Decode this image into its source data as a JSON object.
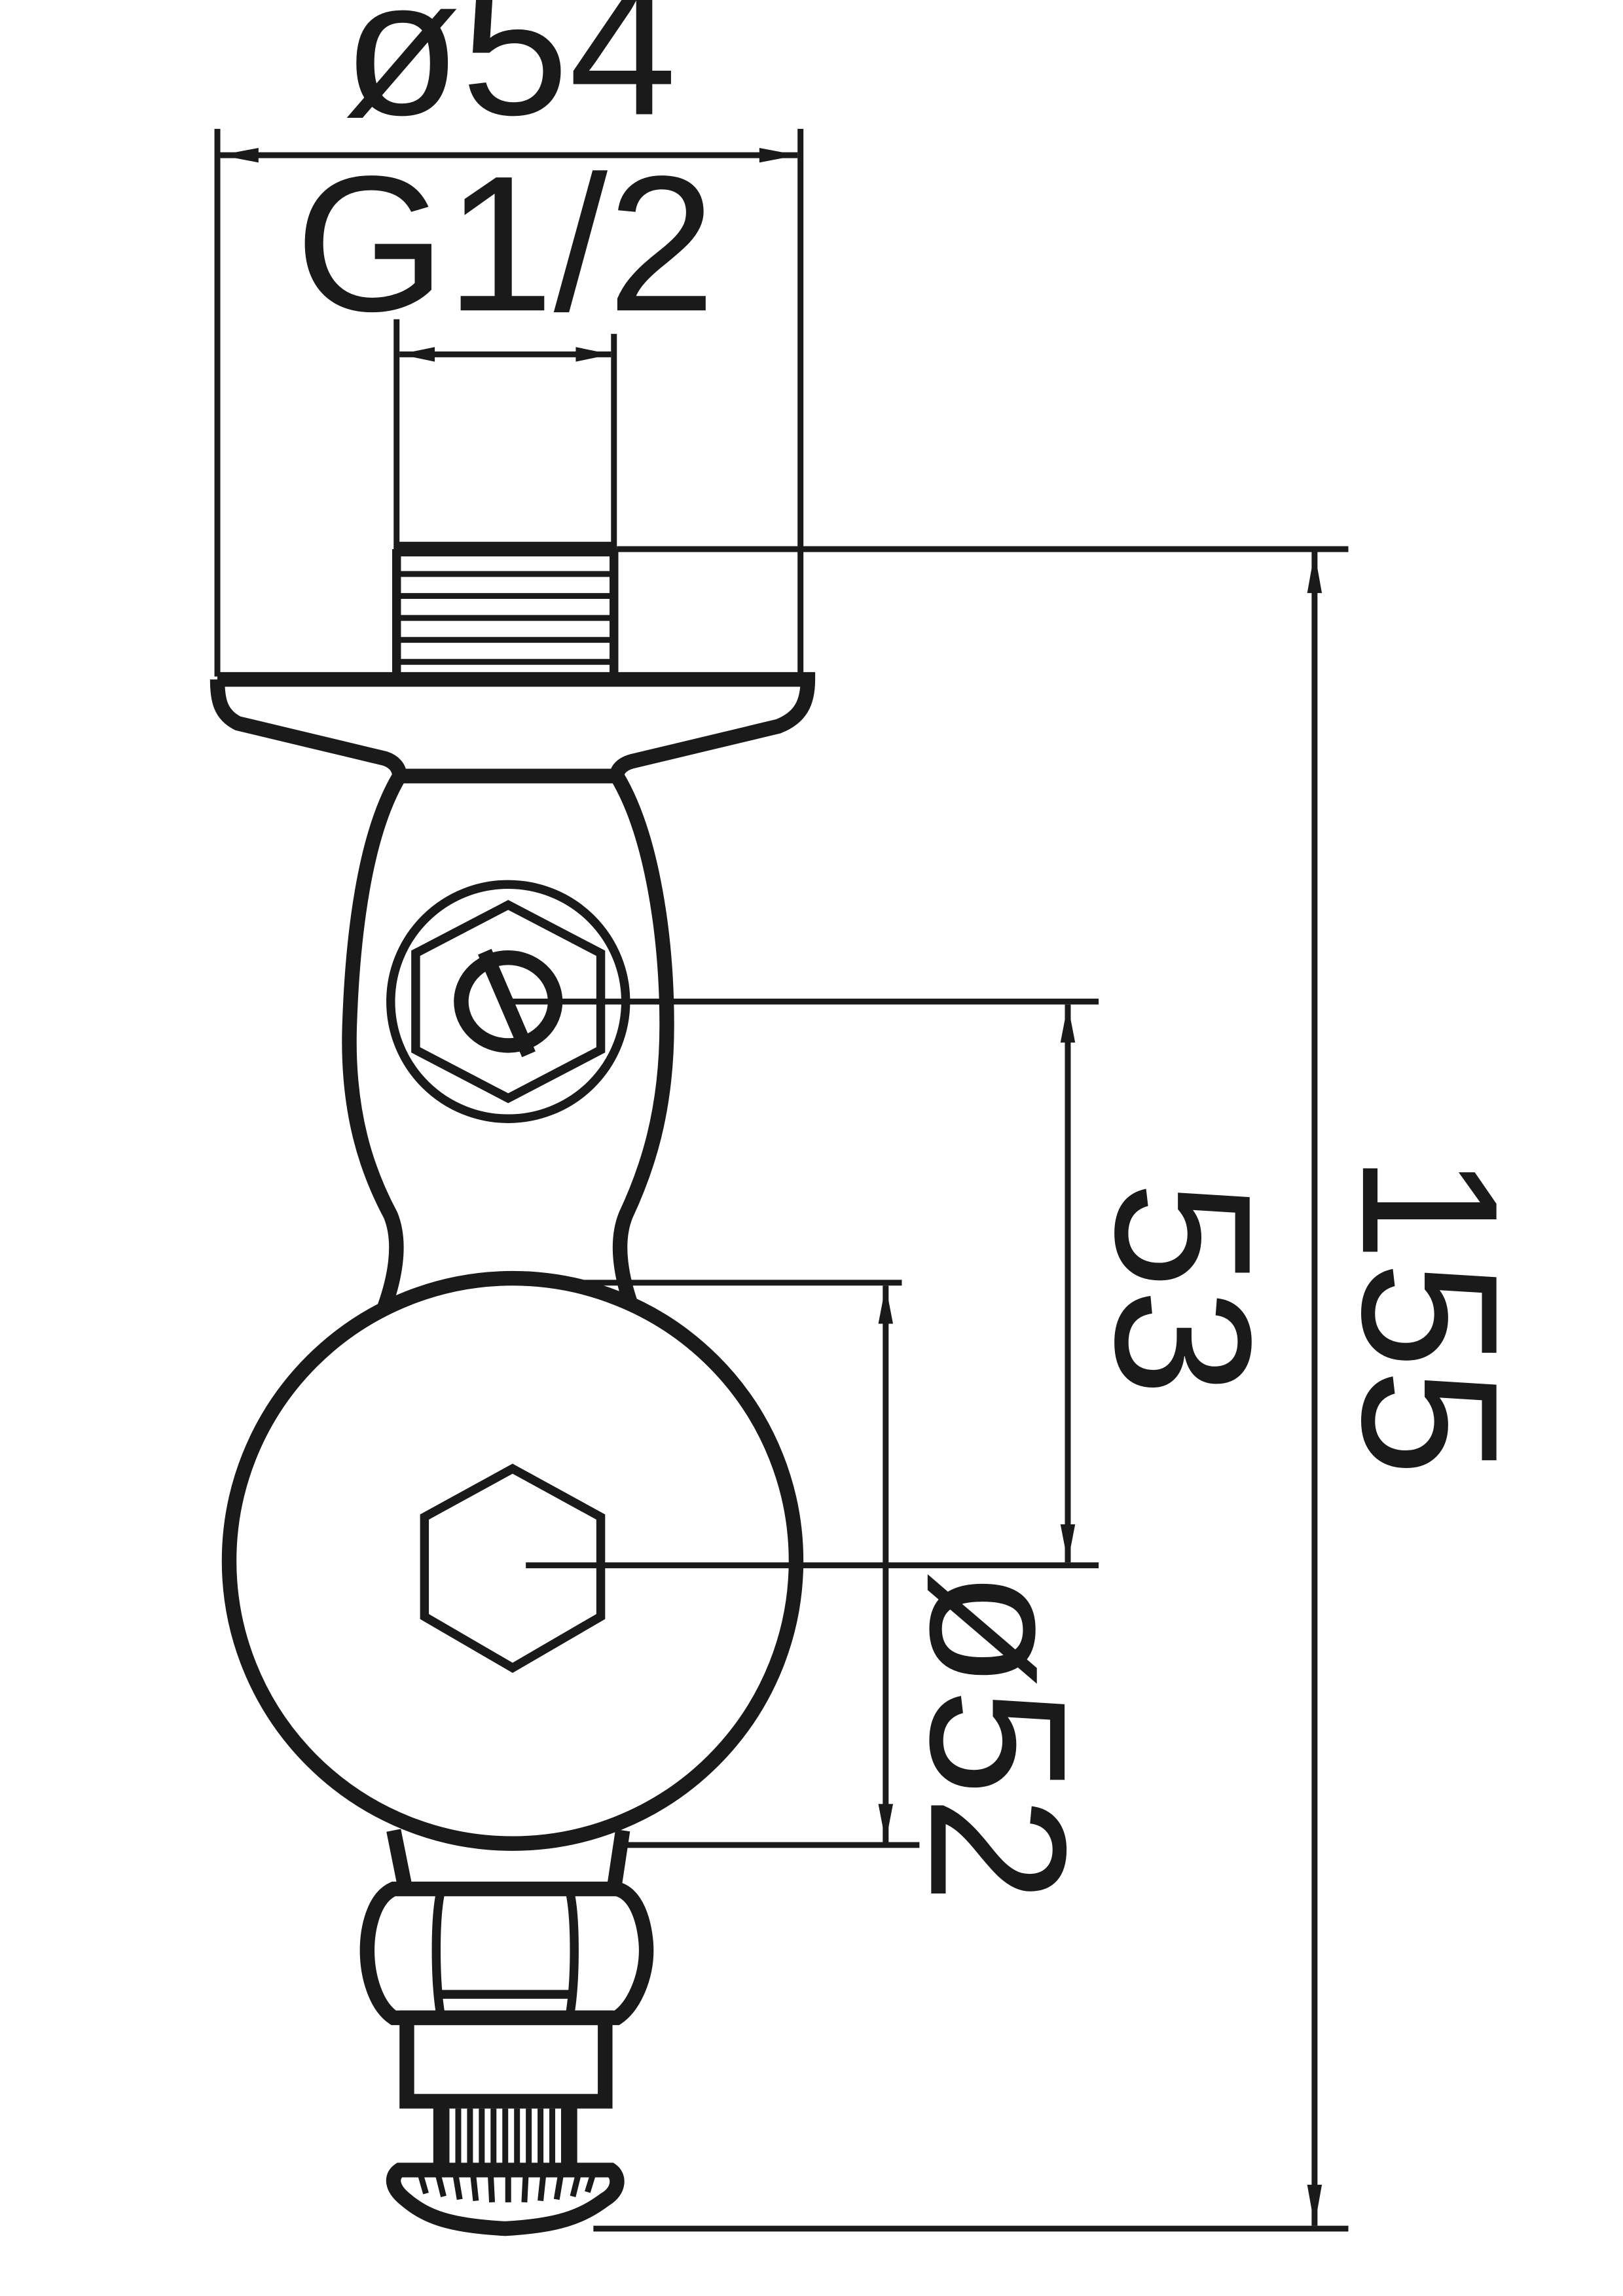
{
  "dimensions": {
    "outer_diameter": "ø54",
    "thread": "G1/2",
    "center_distance": "53",
    "overall_height": "155",
    "ball_diameter": "ø52"
  }
}
